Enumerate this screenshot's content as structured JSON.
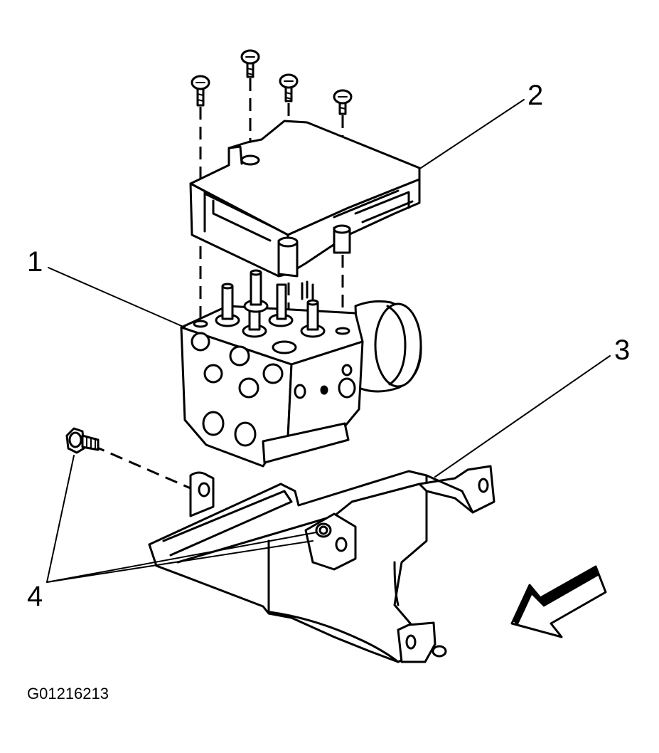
{
  "callouts": {
    "c1": "1",
    "c2": "2",
    "c3": "3",
    "c4": "4"
  },
  "figure_id": "G01216213"
}
